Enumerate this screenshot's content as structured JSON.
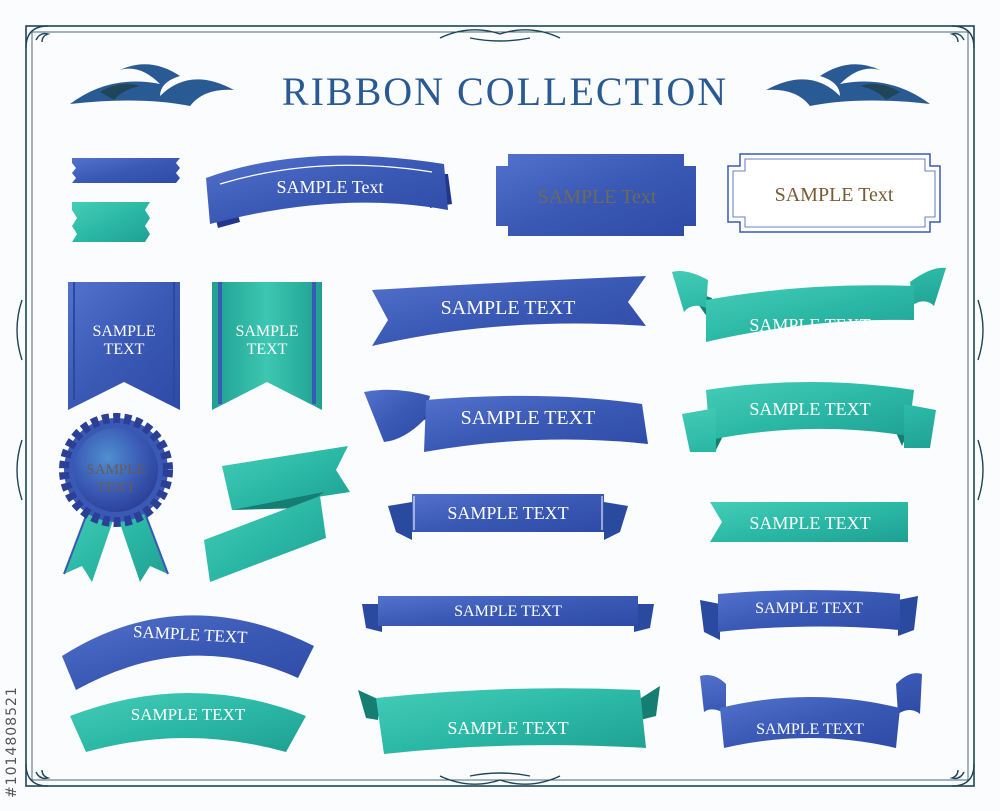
{
  "title": "RIBBON COLLECTION",
  "sample_upper": "SAMPLE TEXT",
  "sample_mixed": "SAMPLE Text",
  "sample_word": "SAMPLE",
  "text_word": "TEXT",
  "stock_id": "#1014808521",
  "colors": {
    "blue": "#3a59b5",
    "blue_dark": "#22378a",
    "blue_light": "#5474cc",
    "teal": "#2bb9a6",
    "teal_dark": "#157d72",
    "teal_light": "#52d4bf",
    "frame": "#1e4558",
    "title": "#2a5a93",
    "label_gold": "#7a5a35",
    "label_border": "#3a59b5"
  }
}
